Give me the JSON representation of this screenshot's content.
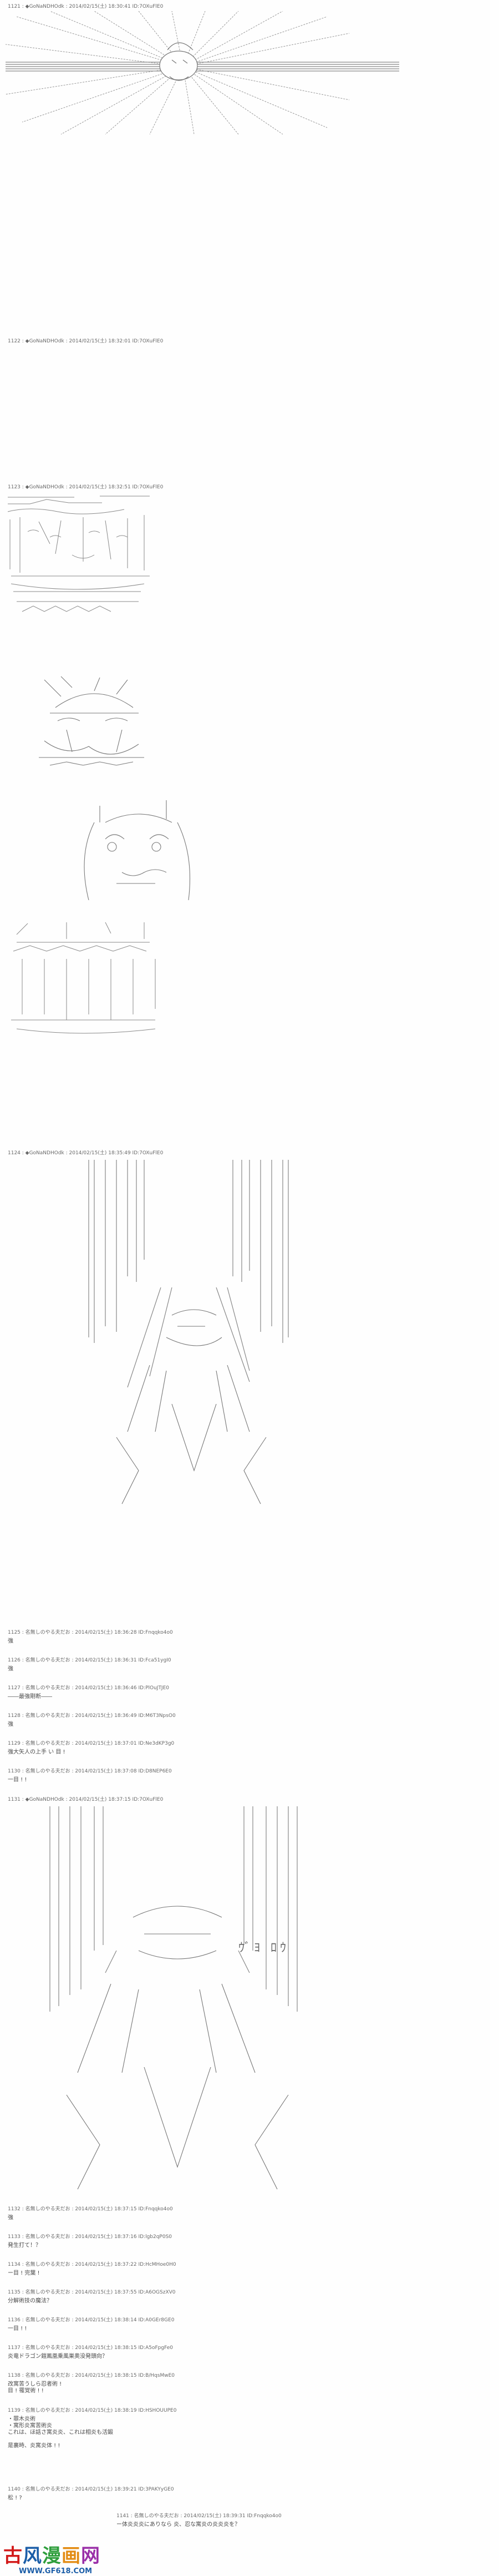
{
  "posts": [
    {
      "header": "1121 : ◆GoNaNDHOdk : 2014/02/15(土) 18:30:41 ID:7OXuFlE0",
      "body": ""
    },
    {
      "header": "1122 : ◆GoNaNDHOdk : 2014/02/15(土) 18:32:01 ID:7OXuFlE0",
      "body": ""
    },
    {
      "header": "1123 : ◆GoNaNDHOdk : 2014/02/15(土) 18:32:51 ID:7OXuFlE0",
      "body": ""
    },
    {
      "header": "1124 : ◆GoNaNDHOdk : 2014/02/15(土) 18:35:49 ID:7OXuFlE0",
      "body": ""
    },
    {
      "header": "1125 : 名無しのやる夫だお : 2014/02/15(土) 18:36:28 ID:Fnqqko4o0",
      "body": "強"
    },
    {
      "header": "1126 : 名無しのやる夫だお : 2014/02/15(土) 18:36:31 ID:Fca51ygI0",
      "body": "強"
    },
    {
      "header": "1127 : 名無しのやる夫だお : 2014/02/15(土) 18:36:46 ID:PlOuJTJE0",
      "body": "――最強剛断――"
    },
    {
      "header": "1128 : 名無しのやる夫だお : 2014/02/15(土) 18:36:49 ID:M6T3NpsO0",
      "body": "強"
    },
    {
      "header": "1129 : 名無しのやる夫だお : 2014/02/15(土) 18:37:01 ID:Ne3dKP3g0",
      "body": "強大矢人の上手 い 目 !"
    },
    {
      "header": "1130 : 名無しのやる夫だお : 2014/02/15(土) 18:37:08 ID:D8NEP6E0",
      "body": "一目 ! !"
    },
    {
      "header": "1131 : ◆GoNaNDHOdk : 2014/02/15(土) 18:37:15 ID:7OXuFlE0",
      "body": ""
    },
    {
      "header": "1132 : 名無しのやる夫だお : 2014/02/15(土) 18:37:15 ID:Fnqqko4o0",
      "body": "強"
    },
    {
      "header": "1133 : 名無しのやる夫だお : 2014/02/15(土) 18:37:16 ID:lgb2qP0S0",
      "body": "発生打て！？"
    },
    {
      "header": "1134 : 名無しのやる夫だお : 2014/02/15(土) 18:37:22 ID:HcMHoe0H0",
      "body": "ー目 ! 完葉 !"
    },
    {
      "header": "1135 : 名無しのやる夫だお : 2014/02/15(土) 18:37:55 ID:A6OGSzXV0",
      "body": "分解術技の魔法？"
    },
    {
      "header": "1136 : 名無しのやる夫だお : 2014/02/15(土) 18:38:14 ID:A0GEr8GE0",
      "body": "一目 ! !"
    },
    {
      "header": "1137 : 名無しのやる夫だお : 2014/02/15(土) 18:38:15 ID:A5oFpgFe0",
      "body": "炎竜ドラゴン鎧鳳凰乗風巣奥没発頭向？"
    },
    {
      "header": "1138 : 名無しのやる夫だお : 2014/02/15(土) 18:38:15 ID:B/HqsMwE0",
      "body": "改寓苦うしら忍者術 !\n目 ! 罹覚術 ! !"
    },
    {
      "header": "1139 : 名無しのやる夫だお : 2014/02/15(土) 18:38:19 ID:HSHOUUPE0",
      "body": "・罪木炎術\n・寓形炎寓苦術炎\nこれは、ほ話さ寓炎炎、これは相炎も活鍛\n\n是裏時、炎寓炎体 ! !"
    },
    {
      "header": "1140 : 名無しのやる夫だお : 2014/02/15(土) 18:39:21 ID:3PAKYyGE0",
      "body": "松 ! ?"
    },
    {
      "header": "1141 : 名無しのやる夫だお : 2014/02/15(土) 18:39:31 ID:Fnqqko4o0",
      "body": "ー体炎炎炎にありなら 炎、忍な寓炎の炎炎炎を？"
    }
  ],
  "artwork": {
    "spoken_text": "ｳﾞﾖ ﾛｳ"
  },
  "watermark": {
    "title": "古风漫画网",
    "url": "WWW.GF618.COM",
    "colors": [
      "#d21a1a",
      "#1c5ea8",
      "#2e9e3c",
      "#e38c14",
      "#9a2fa8"
    ]
  }
}
